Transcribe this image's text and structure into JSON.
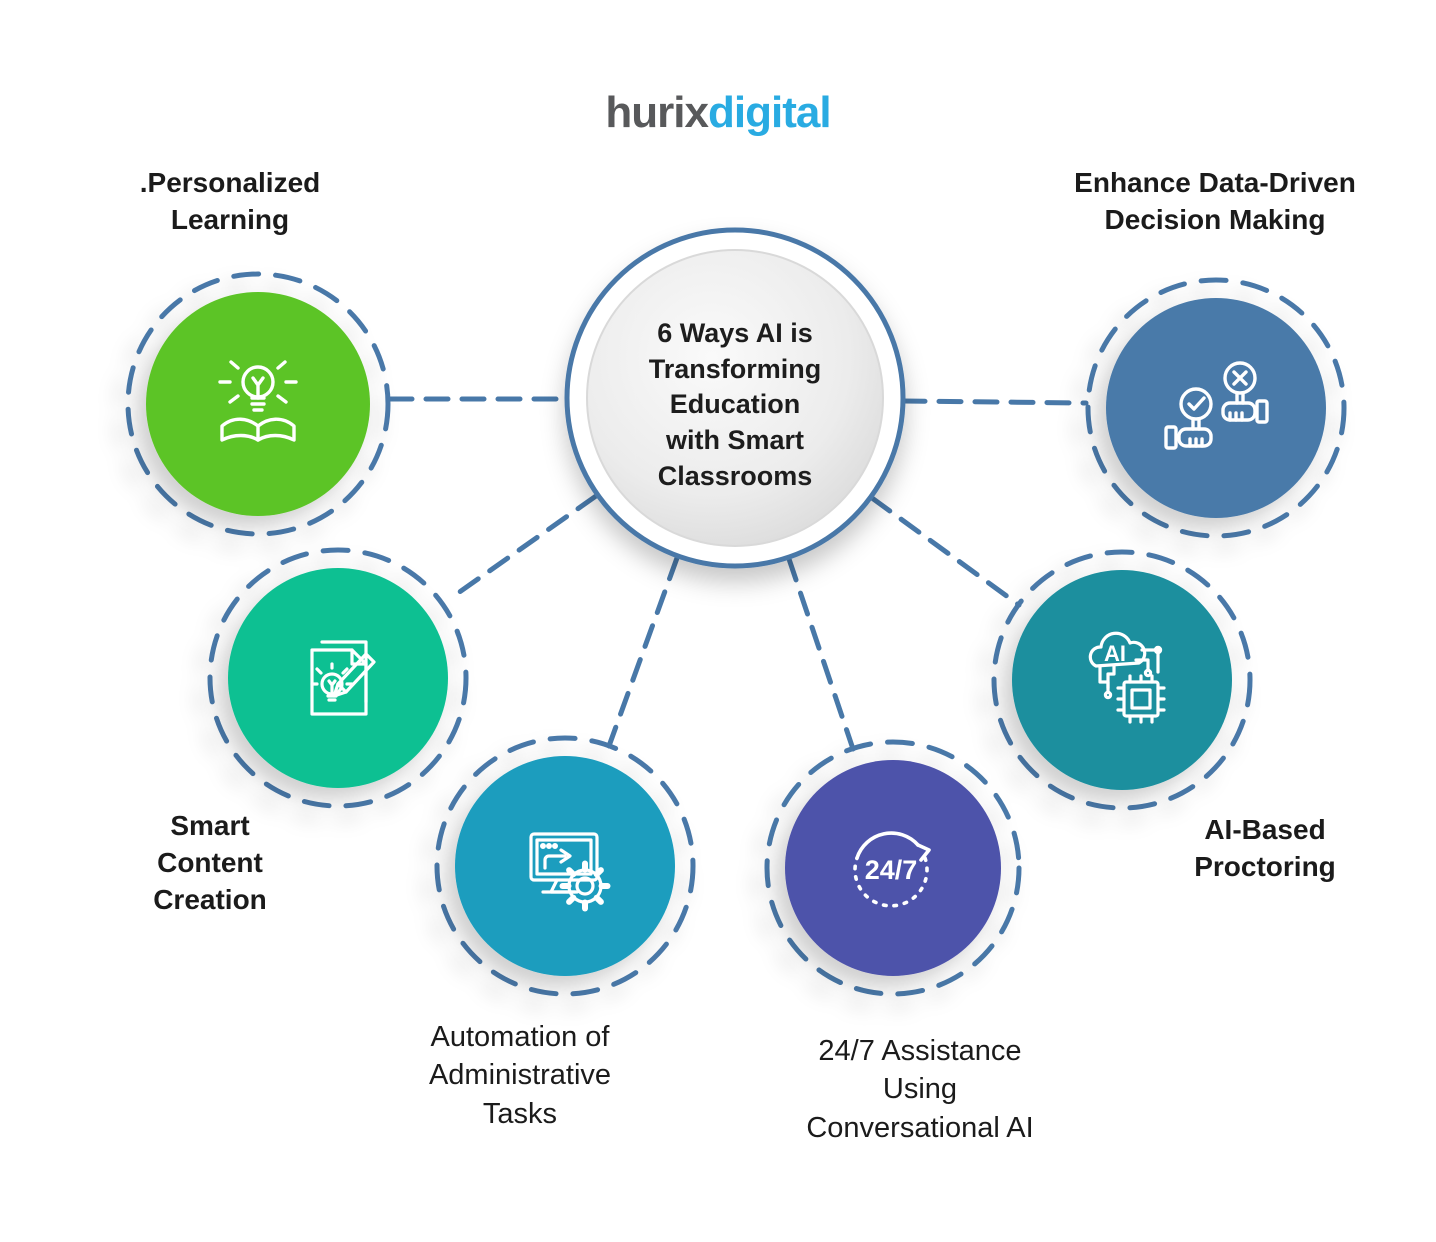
{
  "logo": {
    "part1": "hurix",
    "part2": "digital"
  },
  "center": {
    "title": "6 Ways AI is\nTransforming\nEducation\nwith Smart\nClassrooms"
  },
  "colors": {
    "connector": "#4878a8",
    "center_ring": "#4878a8",
    "logo_gray": "#58595b",
    "logo_blue": "#29abe2"
  },
  "nodes": [
    {
      "id": "personalized-learning",
      "label": ".Personalized\nLearning",
      "color": "#5cc427",
      "icon": "lightbulb-book-icon"
    },
    {
      "id": "smart-content-creation",
      "label": "Smart\nContent\nCreation",
      "color": "#10c092",
      "icon": "document-idea-pencil-icon"
    },
    {
      "id": "automation-admin-tasks",
      "label": "Automation of\nAdministrative\nTasks",
      "color": "#1a9dbe",
      "icon": "monitor-gear-icon"
    },
    {
      "id": "assistance-24-7",
      "label": "24/7 Assistance\nUsing\nConversational AI",
      "color": "#4e52aa",
      "icon": "24-7-loop-icon",
      "icon_text": "24/7"
    },
    {
      "id": "ai-based-proctoring",
      "label": "AI-Based\nProctoring",
      "color": "#1b8f9e",
      "icon": "ai-cloud-chip-icon",
      "icon_text": "AI"
    },
    {
      "id": "data-driven-decision",
      "label": "Enhance Data-Driven\nDecision Making",
      "color": "#4a7aa9",
      "icon": "check-cross-paddles-icon"
    }
  ]
}
